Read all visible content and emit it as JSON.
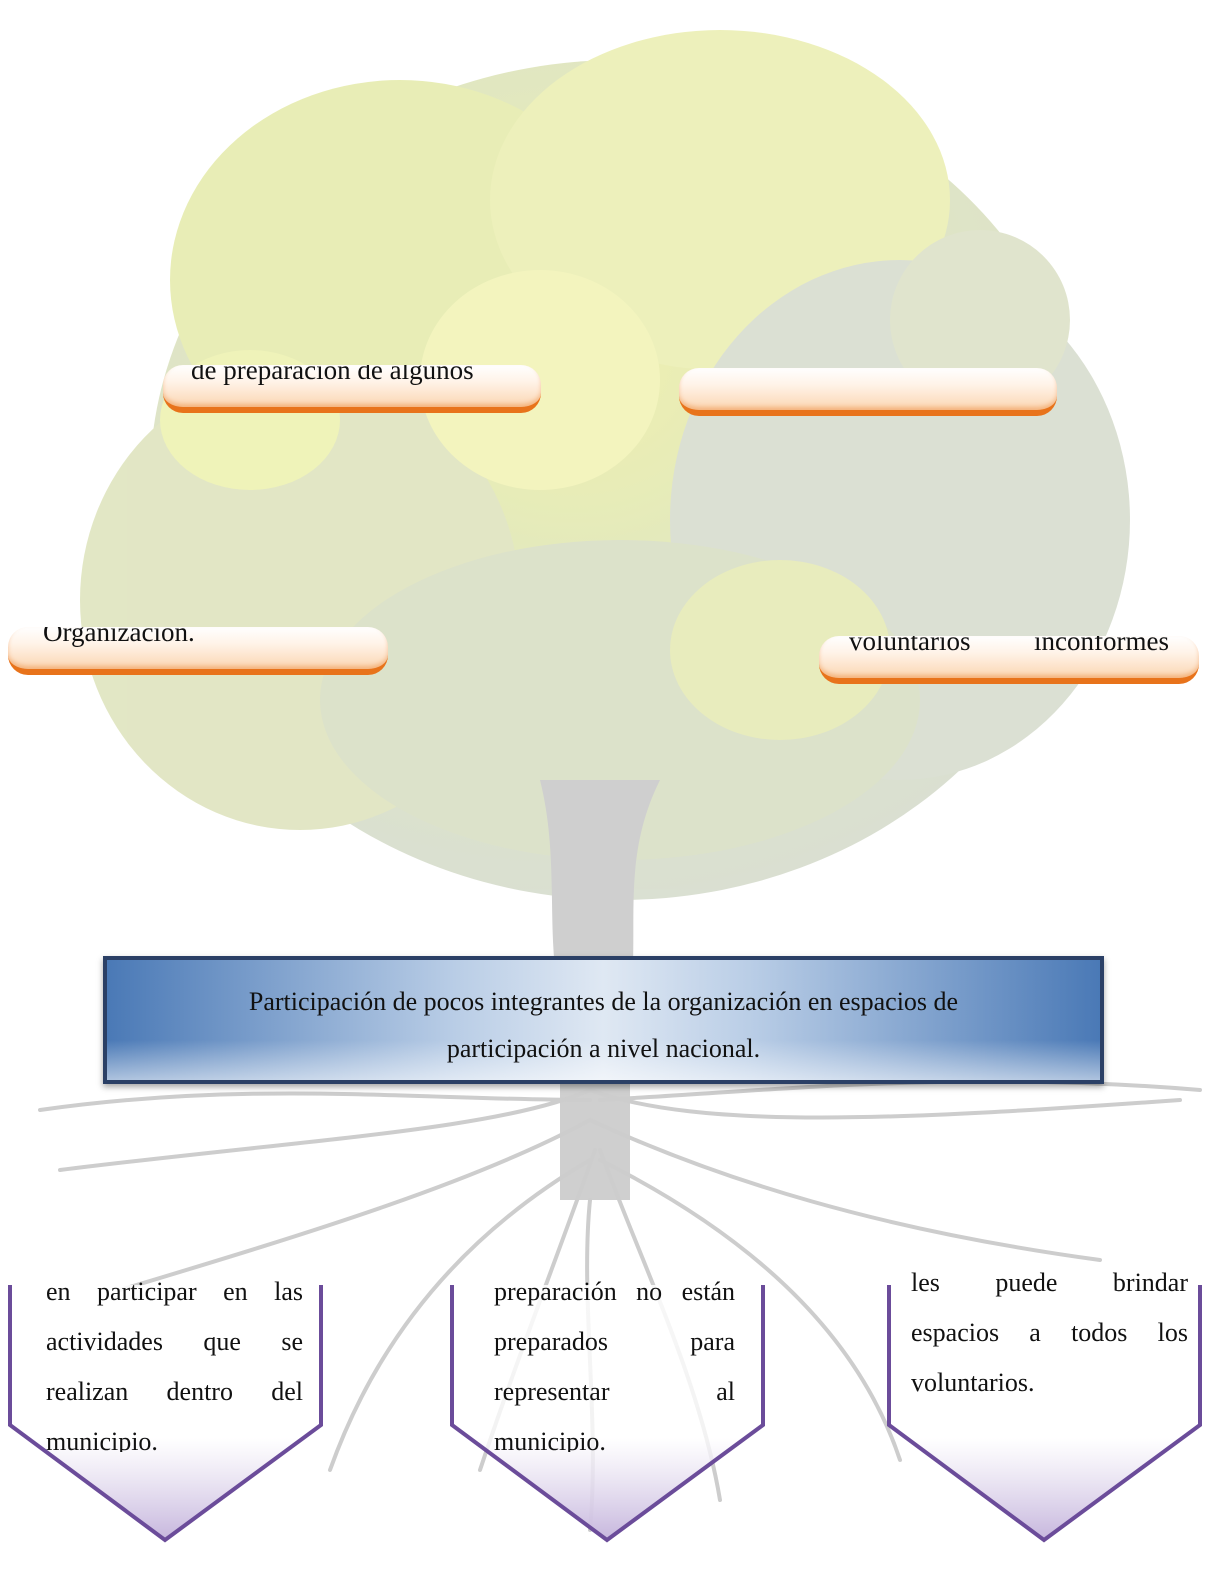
{
  "effects": [
    {
      "text": "de preparación de algunos"
    },
    {
      "text": ""
    },
    {
      "text": "Organización."
    },
    {
      "text_a": "voluntarios",
      "text_b": "inconformes"
    }
  ],
  "problem": {
    "line1": "Participación de pocos integrantes de la organización en espacios de",
    "line2": "participación a nivel nacional."
  },
  "causes": [
    {
      "lines": [
        "en participar en las",
        "actividades que se",
        "realizan dentro del",
        "municipio."
      ]
    },
    {
      "lines": [
        "preparación no están",
        "preparados para",
        "representar al",
        "municipio."
      ]
    },
    {
      "lines": [
        "les puede brindar",
        "espacios a todos los",
        "voluntarios."
      ]
    }
  ],
  "colors": {
    "pill_accent": "#e8731b",
    "problem_border": "#2b4066",
    "problem_blue": "#4a79b6",
    "cause_border": "#6b4c9a"
  }
}
